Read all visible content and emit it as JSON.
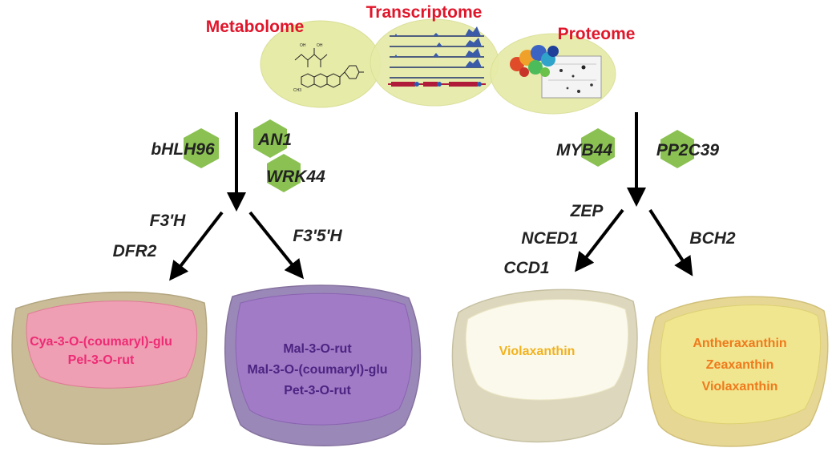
{
  "omics": {
    "metabolome": "Metabolome",
    "transcriptome": "Transcriptome",
    "proteome": "Proteome"
  },
  "chem": {
    "oh1": "OH",
    "oh2": "OH",
    "ch3": "CH3"
  },
  "regulators_left": {
    "bhlh96": "bHLH96",
    "an1": "AN1",
    "wrk44": "WRK44"
  },
  "regulators_right": {
    "myb44": "MYB44",
    "pp2c39": "PP2C39"
  },
  "enzymes_left": {
    "f3h": "F3'H",
    "dfr2": "DFR2",
    "f35h": "F3'5'H"
  },
  "enzymes_right": {
    "zep": "ZEP",
    "nced1": "NCED1",
    "ccd1": "CCD1",
    "bch2": "BCH2"
  },
  "tubers": {
    "red": [
      "Cya-3-O-(coumaryl)-glu",
      "Pel-3-O-rut"
    ],
    "purple": [
      "Mal-3-O-rut",
      "Mal-3-O-(coumaryl)-glu",
      "Pet-3-O-rut"
    ],
    "white": [
      "Violaxanthin"
    ],
    "yellow": [
      "Antheraxanthin",
      "Zeaxanthin",
      "Violaxanthin"
    ]
  },
  "colors": {
    "omics_title": "#e0162b",
    "venn": "#e6eba8",
    "hexagon": "#8bc152",
    "red_text": "#ee2b74",
    "purple_text": "#4c2482",
    "white_text": "#f2b21c",
    "yellow_text": "#ef7a1c"
  }
}
